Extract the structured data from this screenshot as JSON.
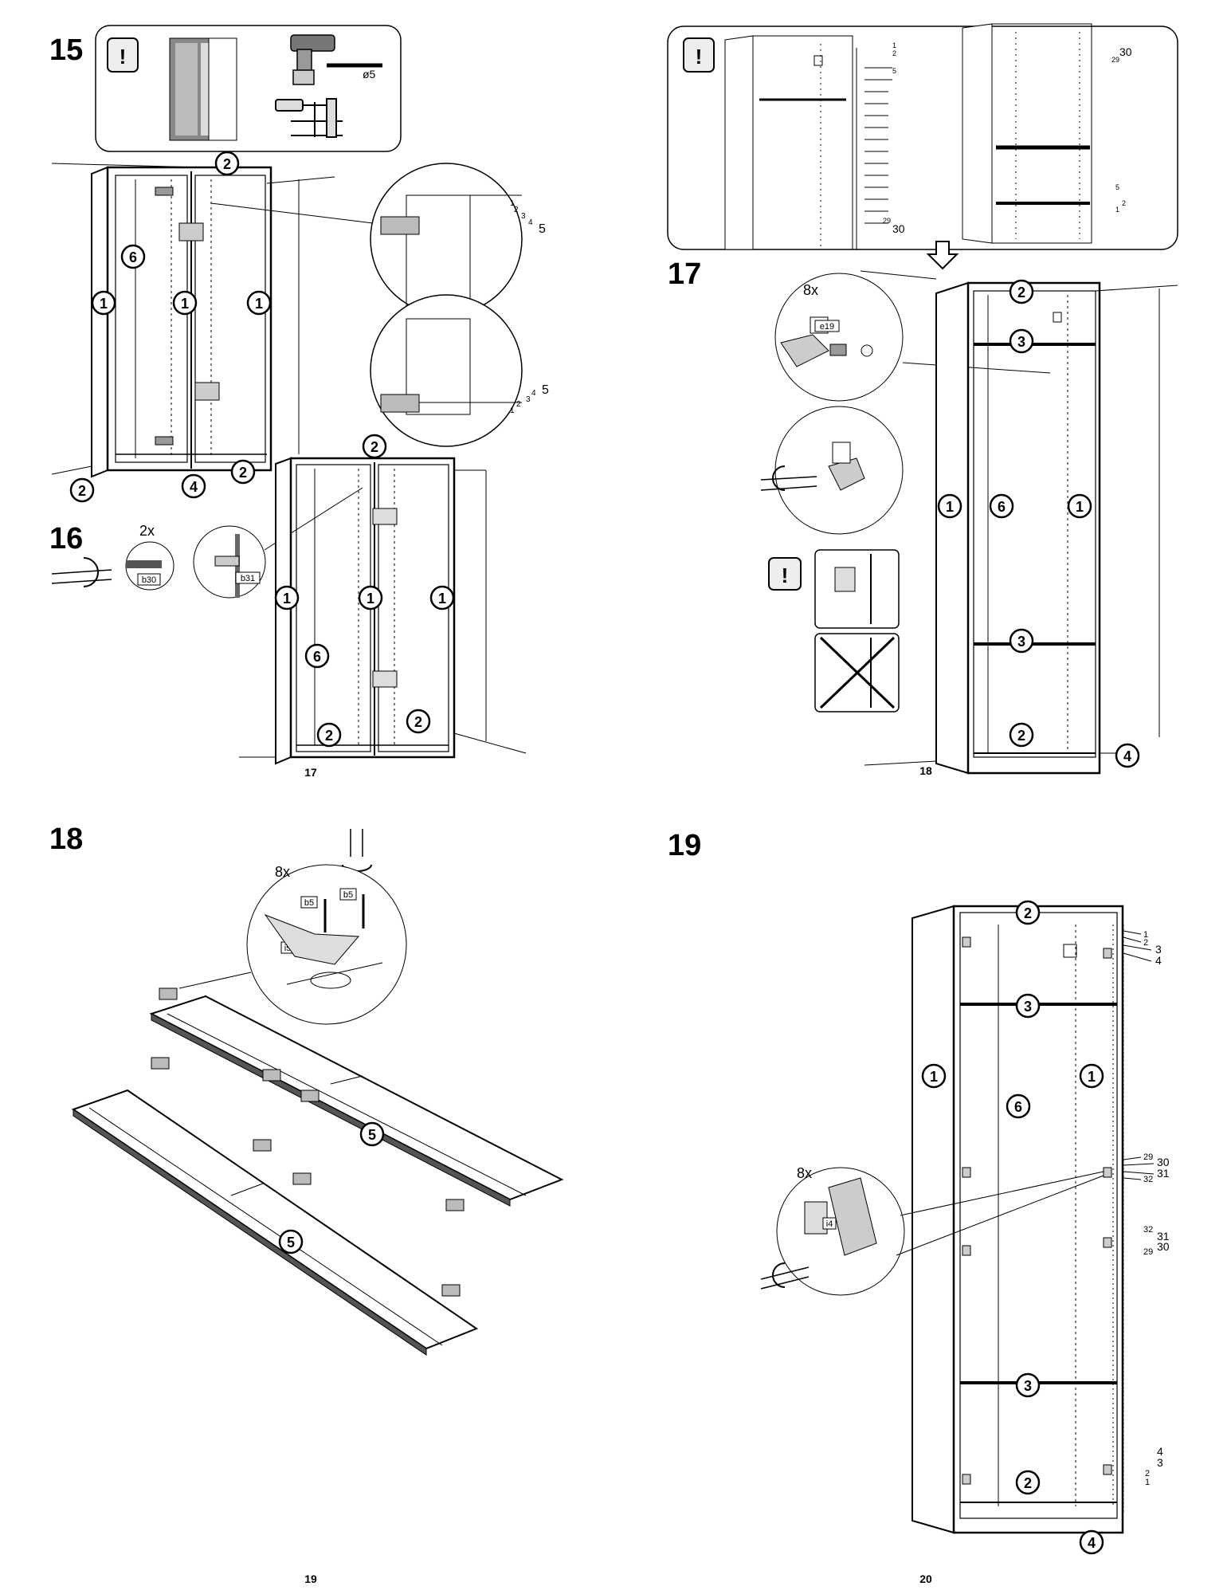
{
  "steps": {
    "s15": "15",
    "s16": "16",
    "s17": "17",
    "s18": "18",
    "s19": "19"
  },
  "left_page": "19",
  "right_page": "20",
  "tools": {
    "drill_bit": "ø5"
  },
  "quantities": {
    "q16": "2x",
    "q17": "8x",
    "q18": "8x",
    "q19": "8x"
  },
  "parts": {
    "p1": "1",
    "p2": "2",
    "p3": "3",
    "p4": "4",
    "p5": "5",
    "p6": "6",
    "b30": "b30",
    "b31": "b31",
    "e19": "e19",
    "b5": "b5",
    "i5": "i5",
    "i4": "i4"
  },
  "mini_labels": {
    "step15_tiny_17": "17",
    "step17_tiny_18": "18",
    "m1": "1",
    "m2": "2",
    "m3": "3",
    "m4": "4",
    "m5": "5",
    "m29": "29",
    "m30": "30",
    "m31": "31",
    "m32": "32"
  }
}
